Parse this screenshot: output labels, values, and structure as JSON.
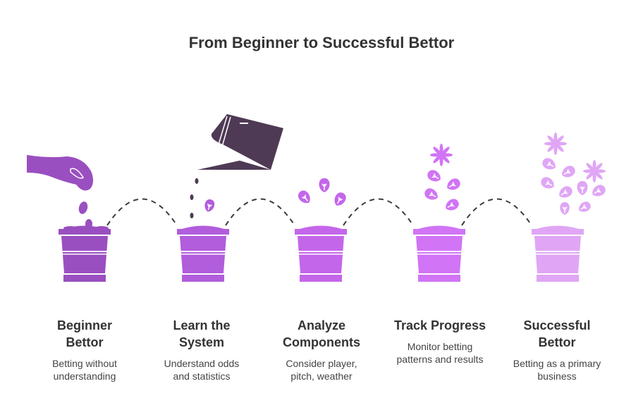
{
  "title": "From Beginner to Successful Bettor",
  "colors": {
    "can": "#4f3a55",
    "dash": "#3c3c3c",
    "text": "#333333"
  },
  "steps": [
    {
      "title_line1": "Beginner",
      "title_line2": "Bettor",
      "desc_line1": "Betting without",
      "desc_line2": "understanding",
      "color": "#9a4fc0",
      "icon": "hand-dropping-seeds"
    },
    {
      "title_line1": "Learn the",
      "title_line2": "System",
      "desc_line1": "Understand odds",
      "desc_line2": "and statistics",
      "color": "#b15ddc",
      "icon": "watering-can"
    },
    {
      "title_line1": "Analyze",
      "title_line2": "Components",
      "desc_line1": "Consider player,",
      "desc_line2": "pitch, weather",
      "color": "#c466ea",
      "icon": "sprouting-leaves"
    },
    {
      "title_line1": "Track Progress",
      "title_line2": "",
      "desc_line1": "Monitor betting",
      "desc_line2": "patterns and results",
      "color": "#d174f5",
      "icon": "leaves-and-flower"
    },
    {
      "title_line1": "Successful",
      "title_line2": "Bettor",
      "desc_line1": "Betting as a primary",
      "desc_line2": "business",
      "color": "#e0a6f5",
      "icon": "full-bloom"
    }
  ]
}
